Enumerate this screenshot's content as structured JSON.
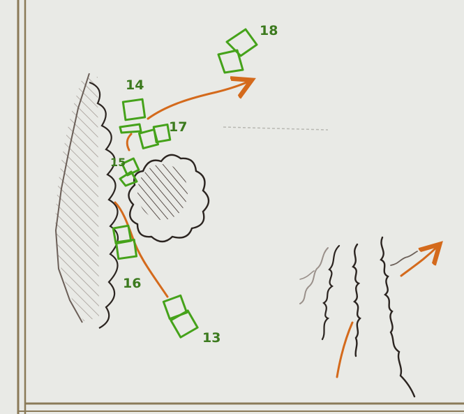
{
  "sketch": {
    "labels": {
      "l13": "13",
      "l14": "14",
      "l15": "15",
      "l16": "16",
      "l17": "17",
      "l18": "18"
    },
    "colors": {
      "paper": "#e9eae6",
      "frame": "#8a7a58",
      "ink": "#2b2420",
      "ink_light": "#6b5f58",
      "green": "#45a21a",
      "orange": "#d46a1c"
    }
  }
}
